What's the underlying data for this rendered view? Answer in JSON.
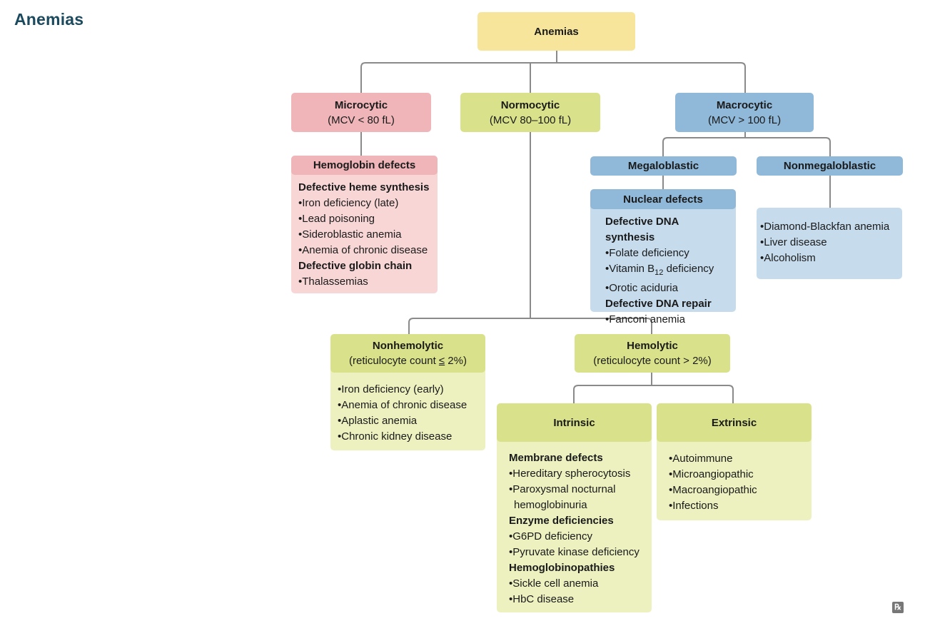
{
  "title": "Anemias",
  "root": {
    "title": "Anemias"
  },
  "microcytic": {
    "title": "Microcytic",
    "subtitle": "(MCV < 80 fL)",
    "sub_header": "Hemoglobin defects",
    "heading1": "Defective heme synthesis",
    "items1": [
      "•Iron deficiency (late)",
      "•Lead poisoning",
      "•Sideroblastic anemia",
      "•Anemia of chronic disease"
    ],
    "heading2": "Defective globin chain",
    "items2": [
      "•Thalassemias"
    ]
  },
  "normocytic": {
    "title": "Normocytic",
    "subtitle": "(MCV 80–100 fL)"
  },
  "macrocytic": {
    "title": "Macrocytic",
    "subtitle": "(MCV > 100 fL)",
    "megaloblastic": "Megaloblastic",
    "nonmegaloblastic": "Nonmegaloblastic",
    "nuclear_header": "Nuclear defects",
    "heading1": "Defective DNA synthesis",
    "items1_a": "•Folate deficiency",
    "vitamin_pre": "•Vitamin B",
    "vitamin_sub": "12",
    "vitamin_post": " deficiency",
    "items1_c": "•Orotic aciduria",
    "heading2": "Defective DNA repair",
    "items2": [
      "•Fanconi anemia"
    ],
    "nonmega_items": [
      "•Diamond-Blackfan anemia",
      "•Liver disease",
      "•Alcoholism"
    ]
  },
  "nonhemolytic": {
    "title": "Nonhemolytic",
    "subtitle_pre": "(reticulocyte count ",
    "subtitle_sym": "≤",
    "subtitle_post": " 2%)",
    "items": [
      "•Iron deficiency (early)",
      "•Anemia of chronic disease",
      "•Aplastic anemia",
      "•Chronic kidney disease"
    ]
  },
  "hemolytic": {
    "title": "Hemolytic",
    "subtitle": "(reticulocyte count > 2%)"
  },
  "intrinsic": {
    "title": "Intrinsic",
    "heading1": "Membrane defects",
    "items1": [
      "•Hereditary spherocytosis",
      "•Paroxysmal nocturnal",
      "hemoglobinuria"
    ],
    "heading2": "Enzyme deficiencies",
    "items2": [
      "•G6PD deficiency",
      "•Pyruvate kinase deficiency"
    ],
    "heading3": "Hemoglobinopathies",
    "items3": [
      "•Sickle cell anemia",
      "•HbC disease"
    ]
  },
  "extrinsic": {
    "title": "Extrinsic",
    "items": [
      "•Autoimmune",
      "•Microangiopathic",
      "•Macroangiopathic",
      "•Infections"
    ]
  },
  "rx_icon": "prescription-icon",
  "colors": {
    "title": "#1b4a5e",
    "root": "#f6e59a",
    "micro_header": "#efb5b8",
    "micro_body": "#f8d6d6",
    "macro_header": "#8fb8d9",
    "macro_body": "#c6dced",
    "normo_header": "#d9e28a",
    "normo_body": "#edf1c0",
    "connector": "#8a8a8a"
  }
}
